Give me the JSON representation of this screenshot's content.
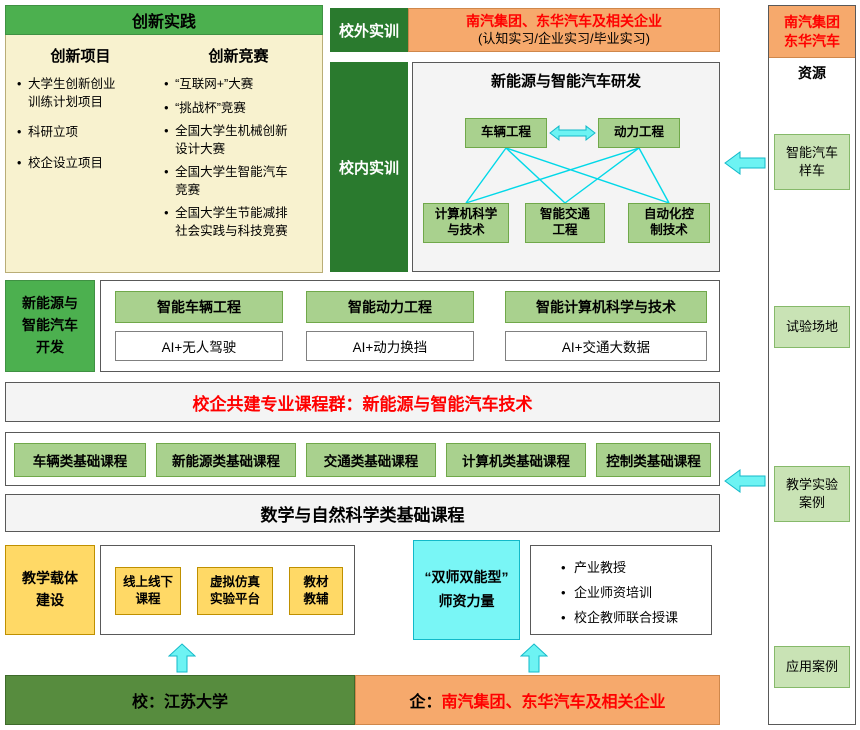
{
  "colors": {
    "green_medium": "#4cb04f",
    "green_dark": "#2a7a2e",
    "green_bottom": "#578c3e",
    "green_node": "#a9d18e",
    "green_light": "#c9e3b5",
    "orange": "#f6a96c",
    "cream": "#f8f2cf",
    "yellow": "#ffd966",
    "cyan_box": "#79f6f6",
    "cyan_arrow": "#6df3f3",
    "red_text": "#ff0000"
  },
  "innovation_practice": {
    "title": "创新实践",
    "projects": {
      "title": "创新项目",
      "items": [
        "大学生创新创业\n训练计划项目",
        "科研立项",
        "校企设立项目"
      ]
    },
    "competitions": {
      "title": "创新竞赛",
      "items": [
        "“互联网+”大赛",
        "“挑战杯”竞赛",
        "全国大学生机械创新\n设计大赛",
        "全国大学生智能汽车\n竞赛",
        "全国大学生节能减排\n社会实践与科技竞赛"
      ]
    }
  },
  "off_campus": {
    "label": "校外实训",
    "line1": "南汽集团、东华汽车及相关企业",
    "line2": "(认知实习/企业实习/毕业实习)"
  },
  "on_campus": {
    "label": "校内实训",
    "title": "新能源与智能汽车研发",
    "top_nodes": [
      "车辆工程",
      "动力工程"
    ],
    "bottom_nodes": [
      "计算机科学\n与技术",
      "智能交通\n工程",
      "自动化控\n制技术"
    ]
  },
  "right_panel": {
    "header_line1": "南汽集团",
    "header_line2": "东华汽车",
    "resource_label": "资源",
    "items": [
      "智能汽车\n样车",
      "试验场地",
      "教学实验\n案例",
      "应用案例"
    ]
  },
  "development_row": {
    "label": "新能源与\n智能汽车\n开发",
    "pairs": [
      {
        "top": "智能车辆工程",
        "bottom": "AI+无人驾驶"
      },
      {
        "top": "智能动力工程",
        "bottom": "AI+动力换挡"
      },
      {
        "top": "智能计算机科学与技术",
        "bottom": "AI+交通大数据"
      }
    ]
  },
  "course_group": {
    "title": "校企共建专业课程群：新能源与智能汽车技术"
  },
  "foundation_courses": {
    "items": [
      "车辆类基础课程",
      "新能源类基础课程",
      "交通类基础课程",
      "计算机类基础课程",
      "控制类基础课程"
    ]
  },
  "math_science": {
    "title": "数学与自然科学类基础课程"
  },
  "teaching_carrier": {
    "label": "教学载体\n建设",
    "items": [
      "线上线下\n课程",
      "虚拟仿真\n实验平台",
      "教材\n教辅"
    ]
  },
  "faculty": {
    "label": "“双师双能型”\n师资力量",
    "items": [
      "产业教授",
      "企业师资培训",
      "校企教师联合授课"
    ]
  },
  "bottom": {
    "school_prefix": "校：",
    "school_name": "江苏大学",
    "enterprise_prefix": "企：",
    "enterprise_name": "南汽集团、东华汽车及相关企业"
  }
}
